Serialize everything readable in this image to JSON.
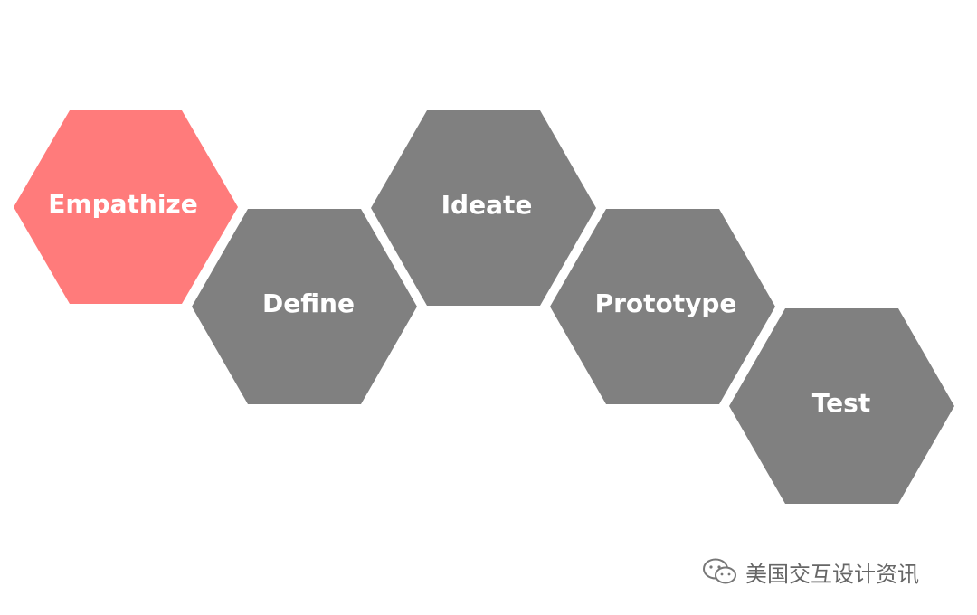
{
  "diagram": {
    "steps": [
      {
        "label": "Empathize",
        "color": "#ff7b7b"
      },
      {
        "label": "Define",
        "color": "#808080"
      },
      {
        "label": "Ideate",
        "color": "#808080"
      },
      {
        "label": "Prototype",
        "color": "#808080"
      },
      {
        "label": "Test",
        "color": "#808080"
      }
    ]
  },
  "watermark": {
    "text": "美国交互设计资讯",
    "icon": "wechat-icon",
    "color": "#666666"
  }
}
